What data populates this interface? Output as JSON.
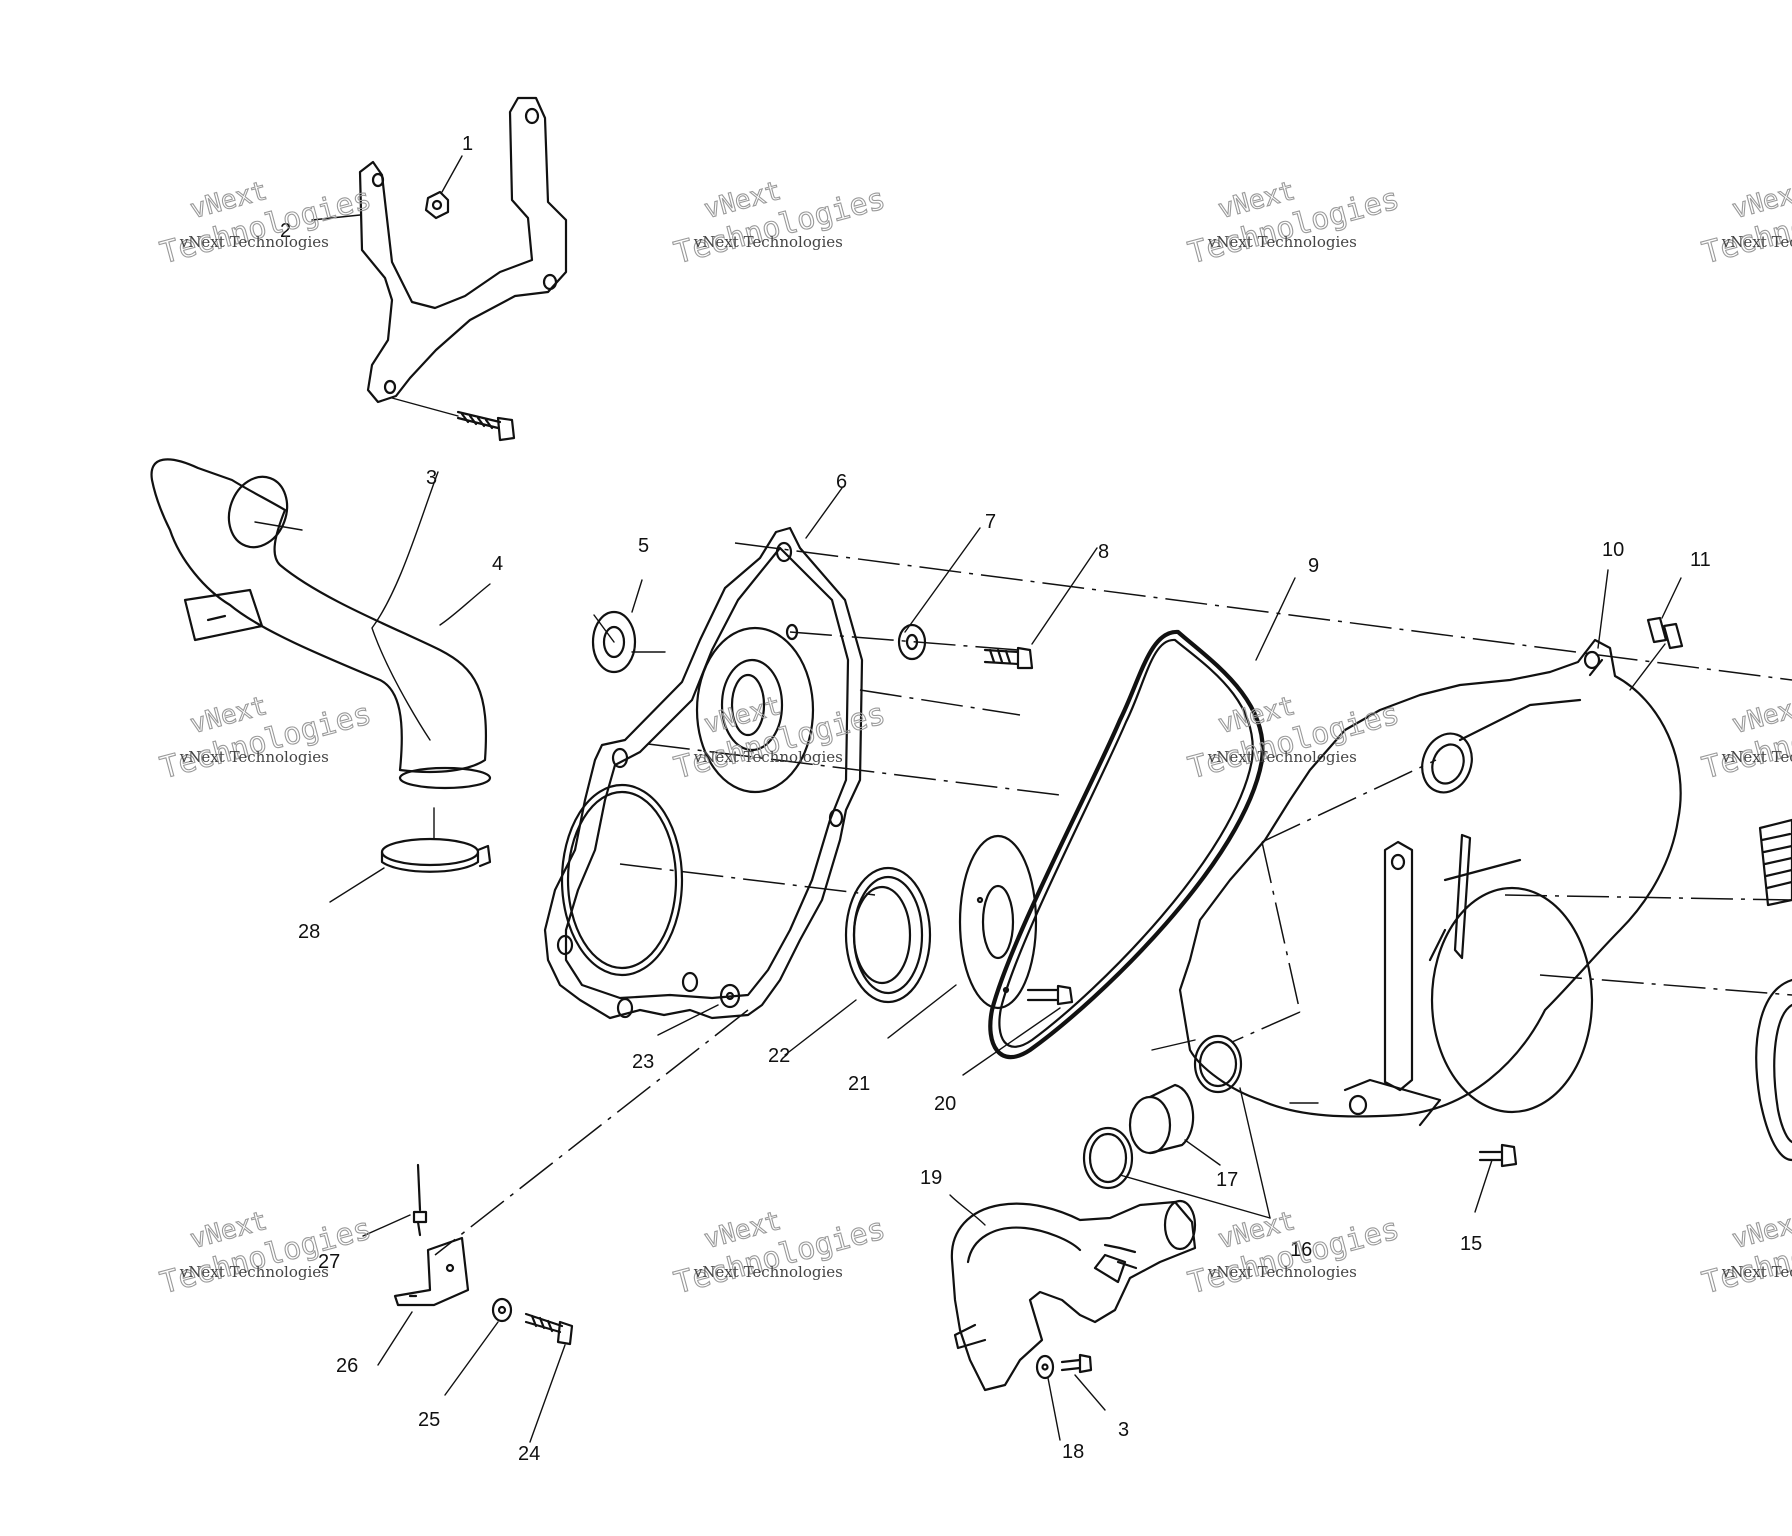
{
  "callouts": [
    {
      "id": "c1",
      "text": "1"
    },
    {
      "id": "c2",
      "text": "2"
    },
    {
      "id": "c3a",
      "text": "3"
    },
    {
      "id": "c3b",
      "text": "3"
    },
    {
      "id": "c4",
      "text": "4"
    },
    {
      "id": "c5",
      "text": "5"
    },
    {
      "id": "c6",
      "text": "6"
    },
    {
      "id": "c7",
      "text": "7"
    },
    {
      "id": "c8",
      "text": "8"
    },
    {
      "id": "c9",
      "text": "9"
    },
    {
      "id": "c10",
      "text": "10"
    },
    {
      "id": "c11",
      "text": "11"
    },
    {
      "id": "c15",
      "text": "15"
    },
    {
      "id": "c16",
      "text": "16"
    },
    {
      "id": "c17",
      "text": "17"
    },
    {
      "id": "c18",
      "text": "18"
    },
    {
      "id": "c19",
      "text": "19"
    },
    {
      "id": "c20",
      "text": "20"
    },
    {
      "id": "c21",
      "text": "21"
    },
    {
      "id": "c22",
      "text": "22"
    },
    {
      "id": "c23",
      "text": "23"
    },
    {
      "id": "c24",
      "text": "24"
    },
    {
      "id": "c25",
      "text": "25"
    },
    {
      "id": "c26",
      "text": "26"
    },
    {
      "id": "c27",
      "text": "27"
    },
    {
      "id": "c28",
      "text": "28"
    }
  ],
  "watermark": {
    "line1": "vNext",
    "line2": "Technologies",
    "small": "vNext Technologies"
  }
}
